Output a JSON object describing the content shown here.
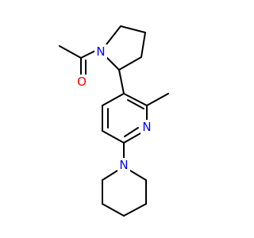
{
  "molecule": {
    "colors": {
      "carbon_bond": "#000000",
      "nitrogen": "#0000ff",
      "oxygen": "#ff0000",
      "background": "#ffffff"
    },
    "atoms": {
      "n_pyrrolidine": {
        "label": "N",
        "element": "N"
      },
      "o_carbonyl": {
        "label": "O",
        "element": "O"
      },
      "n_pyridine": {
        "label": "N",
        "element": "N"
      },
      "n_piperidine": {
        "label": "N",
        "element": "N"
      }
    }
  }
}
